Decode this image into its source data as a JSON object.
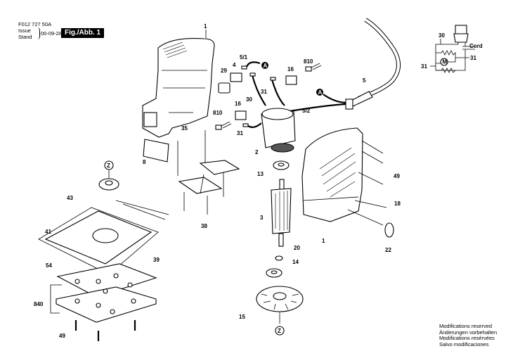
{
  "header": {
    "doc_number": "F012 727 50A",
    "issue_label": "Issue",
    "stand_label": "Stand",
    "issue_date": "00-09-28",
    "figure_label": "Fig./Abb. 1"
  },
  "wiring_diagram": {
    "labels": {
      "terminal_30": "30",
      "terminal_31_right": "31",
      "terminal_31_left": "31",
      "cord": "Cord",
      "motor": "M"
    }
  },
  "callouts": [
    {
      "id": "c1-top",
      "label": "1"
    },
    {
      "id": "c29",
      "label": "29"
    },
    {
      "id": "c4",
      "label": "4"
    },
    {
      "id": "c5-1",
      "label": "5/1"
    },
    {
      "id": "c16-top",
      "label": "16"
    },
    {
      "id": "c810-top",
      "label": "810"
    },
    {
      "id": "c5",
      "label": "5"
    },
    {
      "id": "c30",
      "label": "30"
    },
    {
      "id": "c31-a",
      "label": "31"
    },
    {
      "id": "c31-b",
      "label": "31"
    },
    {
      "id": "c16-mid",
      "label": "16"
    },
    {
      "id": "c810-mid",
      "label": "810"
    },
    {
      "id": "c5-2",
      "label": "5/2"
    },
    {
      "id": "c35",
      "label": "35"
    },
    {
      "id": "c2",
      "label": "2"
    },
    {
      "id": "c8",
      "label": "8"
    },
    {
      "id": "c13",
      "label": "13"
    },
    {
      "id": "c43",
      "label": "43"
    },
    {
      "id": "c49-right",
      "label": "49"
    },
    {
      "id": "c18",
      "label": "18"
    },
    {
      "id": "c3",
      "label": "3"
    },
    {
      "id": "c38",
      "label": "38"
    },
    {
      "id": "c41",
      "label": "41"
    },
    {
      "id": "c1-right",
      "label": "1"
    },
    {
      "id": "c22",
      "label": "22"
    },
    {
      "id": "c20",
      "label": "20"
    },
    {
      "id": "c54",
      "label": "54"
    },
    {
      "id": "c39",
      "label": "39"
    },
    {
      "id": "c14",
      "label": "14"
    },
    {
      "id": "c840",
      "label": "840"
    },
    {
      "id": "c15",
      "label": "15"
    },
    {
      "id": "c49-left",
      "label": "49"
    }
  ],
  "markers": {
    "a": "A",
    "z": "Z"
  },
  "footer": {
    "modifications": [
      "Modifications reserved",
      "Änderungen vorbehalten",
      "Modifications resérvées",
      "Salvo modificaciones"
    ]
  }
}
